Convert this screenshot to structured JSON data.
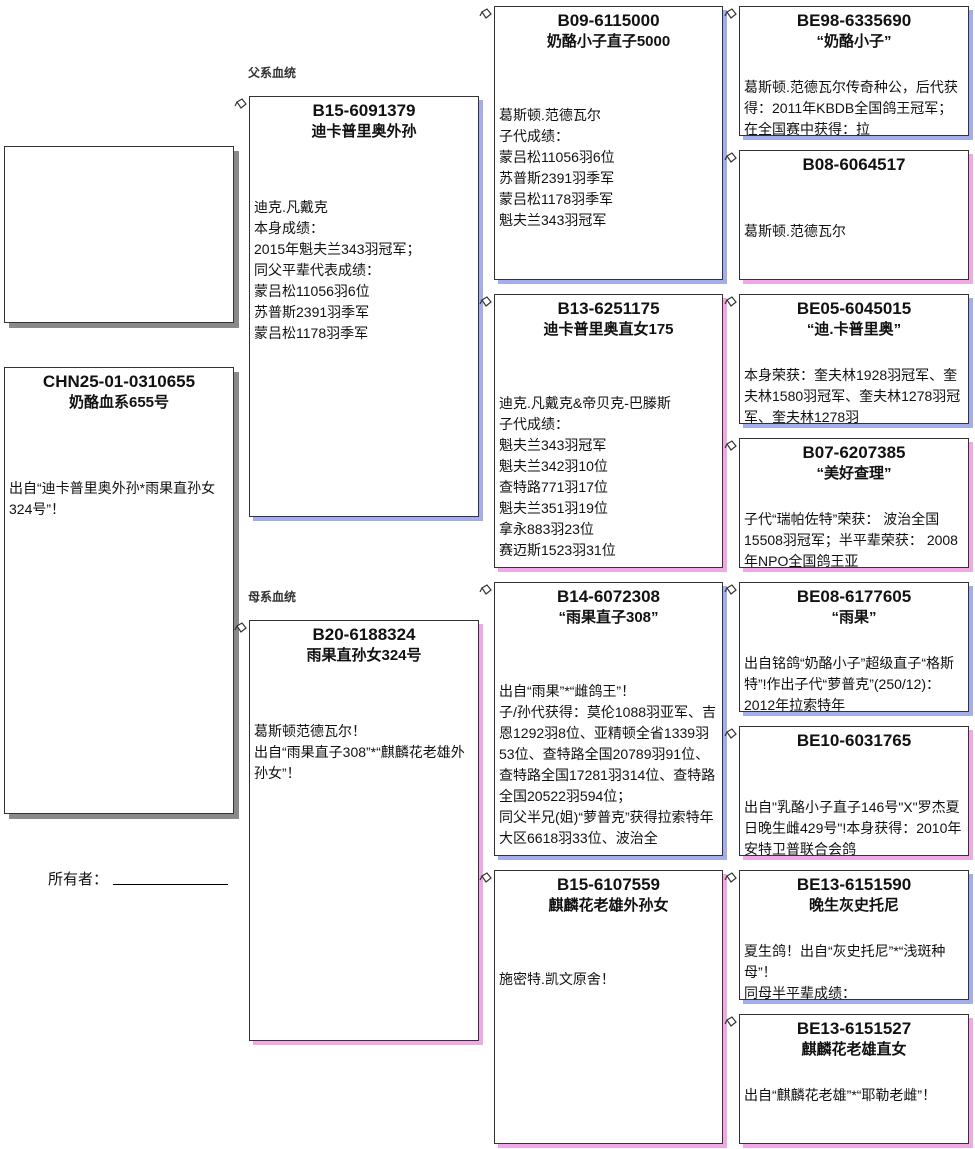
{
  "labels": {
    "sire_line": "父系血统",
    "dam_line": "母系血统"
  },
  "owner": {
    "label": "所有者："
  },
  "subject": {
    "ring": "CHN25-01-0310655",
    "name": "奶酪血系655号",
    "body": [
      "出自“迪卡普里奥外孙*雨果直孙女324号”！"
    ]
  },
  "birds": [
    {
      "ring": "B15-6091379",
      "name": "迪卡普里奥外孙",
      "body": [
        "迪克.凡戴克",
        "本身成绩：",
        "2015年魁夫兰343羽冠军；",
        "同父平辈代表成绩：",
        "蒙吕松11056羽6位",
        "苏普斯2391羽季军",
        "蒙吕松1178羽季军"
      ]
    },
    {
      "ring": "B20-6188324",
      "name": "雨果直孙女324号",
      "body": [
        "葛斯顿范德瓦尔！",
        "出自“雨果直子308”*“麒麟花老雄外孙女”！"
      ]
    },
    {
      "ring": "B09-6115000",
      "name": "奶酪小子直子5000",
      "body": [
        "葛斯顿.范德瓦尔",
        "子代成绩：",
        "蒙吕松11056羽6位",
        "苏普斯2391羽季军",
        "蒙吕松1178羽季军",
        "魁夫兰343羽冠军"
      ]
    },
    {
      "ring": "B13-6251175",
      "name": "迪卡普里奥直女175",
      "body": [
        "迪克.凡戴克&帝贝克-巴滕斯",
        "子代成绩：",
        "魁夫兰343羽冠军",
        "魁夫兰342羽10位",
        "查特路771羽17位",
        "魁夫兰351羽19位",
        "拿永883羽23位",
        "赛迈斯1523羽31位"
      ]
    },
    {
      "ring": "B14-6072308",
      "name": "“雨果直子308”",
      "body": [
        "出自“雨果”*“雌鸽王”！",
        "子/孙代获得：莫伦1088羽亚军、吉恩1292羽8位、亚精顿全省1339羽53位、查特路全国20789羽91位、查特路全国17281羽314位、查特路全国20522羽594位；",
        "同父半兄(姐)“萝普克”获得拉索特年大区6618羽33位、波治全"
      ]
    },
    {
      "ring": "B15-6107559",
      "name": "麒麟花老雄外孙女",
      "body": [
        "施密特.凯文原舍！"
      ]
    },
    {
      "ring": "BE98-6335690",
      "name": "“奶酪小子”",
      "body": [
        "葛斯顿.范德瓦尔传奇种公，后代获得：2011年KBDB全国鸽王冠军；在全国赛中获得：拉"
      ]
    },
    {
      "ring": "B08-6064517",
      "name": "",
      "body": [
        "葛斯顿.范德瓦尔"
      ]
    },
    {
      "ring": "BE05-6045015",
      "name": "“迪.卡普里奥”",
      "body": [
        "本身荣获：奎夫林1928羽冠军、奎夫林1580羽冠军、奎夫林1278羽冠军、奎夫林1278羽"
      ]
    },
    {
      "ring": "B07-6207385",
      "name": "“美好查理”",
      "body": [
        "子代“瑞帕佐特”荣获： 波治全国15508羽冠军；半平辈荣获： 2008年NPO全国鸽王亚"
      ]
    },
    {
      "ring": "BE08-6177605",
      "name": "“雨果”",
      "body": [
        "出自铭鸽“奶酪小子”超级直子“格斯特”!作出子代“萝普克”(250/12)：2012年拉索特年"
      ]
    },
    {
      "ring": "BE10-6031765",
      "name": "",
      "body": [
        "出自\"乳酪小子直子146号\"X\"罗杰夏日晚生雌429号\"!本身获得：2010年安特卫普联合会鸽"
      ]
    },
    {
      "ring": "BE13-6151590",
      "name": "晚生灰史托尼",
      "body": [
        "夏生鸽！出自“灰史托尼”*“浅斑种母”！",
        "同母半平辈成绩："
      ]
    },
    {
      "ring": "BE13-6151527",
      "name": "麒麟花老雄直女",
      "body": [
        "出自“麒麟花老雄”*“耶勒老雌”！"
      ]
    }
  ],
  "colors": {
    "sire_shadow": "#a4acf0",
    "dam_shadow": "#f0a8e6",
    "subject_shadow": "#8a8a8a"
  }
}
